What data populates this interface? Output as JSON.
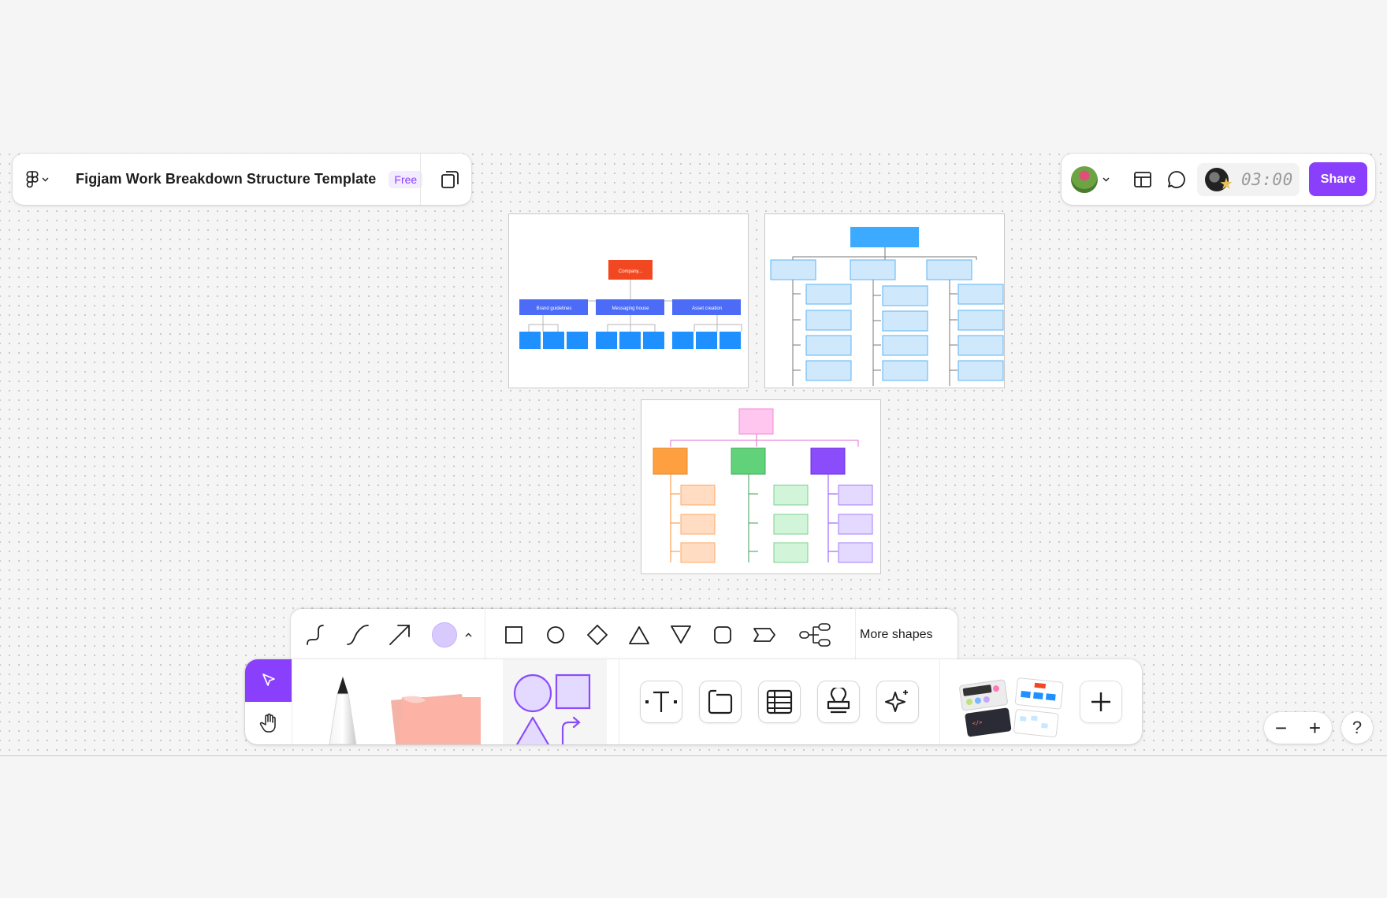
{
  "file": {
    "title": "Figjam Work Breakdown Structure Template",
    "plan_badge": "Free"
  },
  "header_right": {
    "timer": "03:00",
    "share_label": "Share"
  },
  "boards": {
    "board1": {
      "root": "Company...",
      "branches": [
        "Brand guidelines",
        "Messaging house",
        "Asset creation"
      ]
    }
  },
  "shape_toolbar": {
    "more_shapes_label": "More shapes",
    "fill_color": "#d9cafe"
  },
  "zoom": {
    "minus": "−",
    "plus": "+"
  },
  "help_label": "?",
  "colors": {
    "accent": "#8a3ffc",
    "board1_root": "#f24822",
    "board1_branch": "#4c6cf7",
    "board1_leaf": "#1e90ff",
    "board2_fill": "#cfe8fc",
    "board2_root": "#3cabff",
    "board3_root": "#ffc6ef",
    "board3_orange": "#ffa040",
    "board3_green": "#62d27a",
    "board3_purple": "#8b4dfb"
  }
}
